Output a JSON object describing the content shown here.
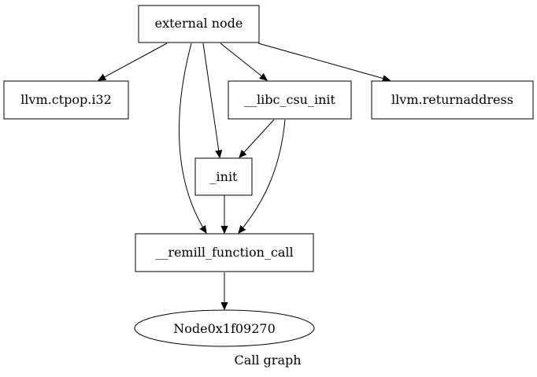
{
  "graph": {
    "caption": "Call graph",
    "nodes": {
      "external_node": "external node",
      "ctpop": "llvm.ctpop.i32",
      "libc_csu_init": "__libc_csu_init",
      "returnaddress": "llvm.returnaddress",
      "init": "_init",
      "remill_function_call": "__remill_function_call",
      "node_addr": "Node0x1f09270"
    },
    "edges": [
      {
        "from": "external node",
        "to": "llvm.ctpop.i32"
      },
      {
        "from": "external node",
        "to": "__libc_csu_init"
      },
      {
        "from": "external node",
        "to": "llvm.returnaddress"
      },
      {
        "from": "external node",
        "to": "_init"
      },
      {
        "from": "external node",
        "to": "__remill_function_call"
      },
      {
        "from": "__libc_csu_init",
        "to": "_init"
      },
      {
        "from": "__libc_csu_init",
        "to": "__remill_function_call"
      },
      {
        "from": "_init",
        "to": "__remill_function_call"
      },
      {
        "from": "__remill_function_call",
        "to": "Node0x1f09270"
      }
    ]
  }
}
